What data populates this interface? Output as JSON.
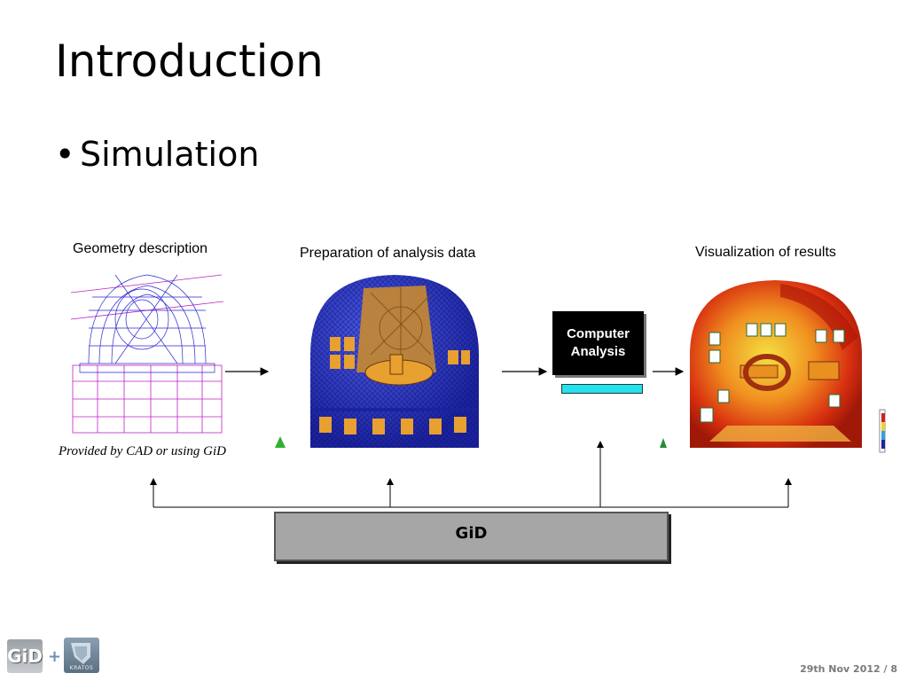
{
  "slide": {
    "title": "Introduction",
    "bullet": "Simulation"
  },
  "diagram": {
    "geometry_caption": "Geometry description",
    "preparation_caption": "Preparation of analysis data",
    "visualization_caption": "Visualization of results",
    "provided_note": "Provided by CAD or using GiD",
    "computer_analysis_line1": "Computer",
    "computer_analysis_line2": "Analysis",
    "gid_box_label": "GiD"
  },
  "footer": {
    "date_page": "29th Nov 2012 / 8"
  },
  "logos": {
    "gid": "GiD",
    "plus": "+",
    "kratos": "KRATOS"
  },
  "colors": {
    "wireframe_blue": "#2a2ad0",
    "wireframe_magenta": "#c020c0",
    "mesh_blue": "#2838c8",
    "interior_orange": "#e8a030",
    "result_red": "#d82010",
    "result_yellow": "#f0d030",
    "computer_box": "#000000",
    "computer_bar": "#22e3ee",
    "gid_box": "#a6a6a6"
  }
}
